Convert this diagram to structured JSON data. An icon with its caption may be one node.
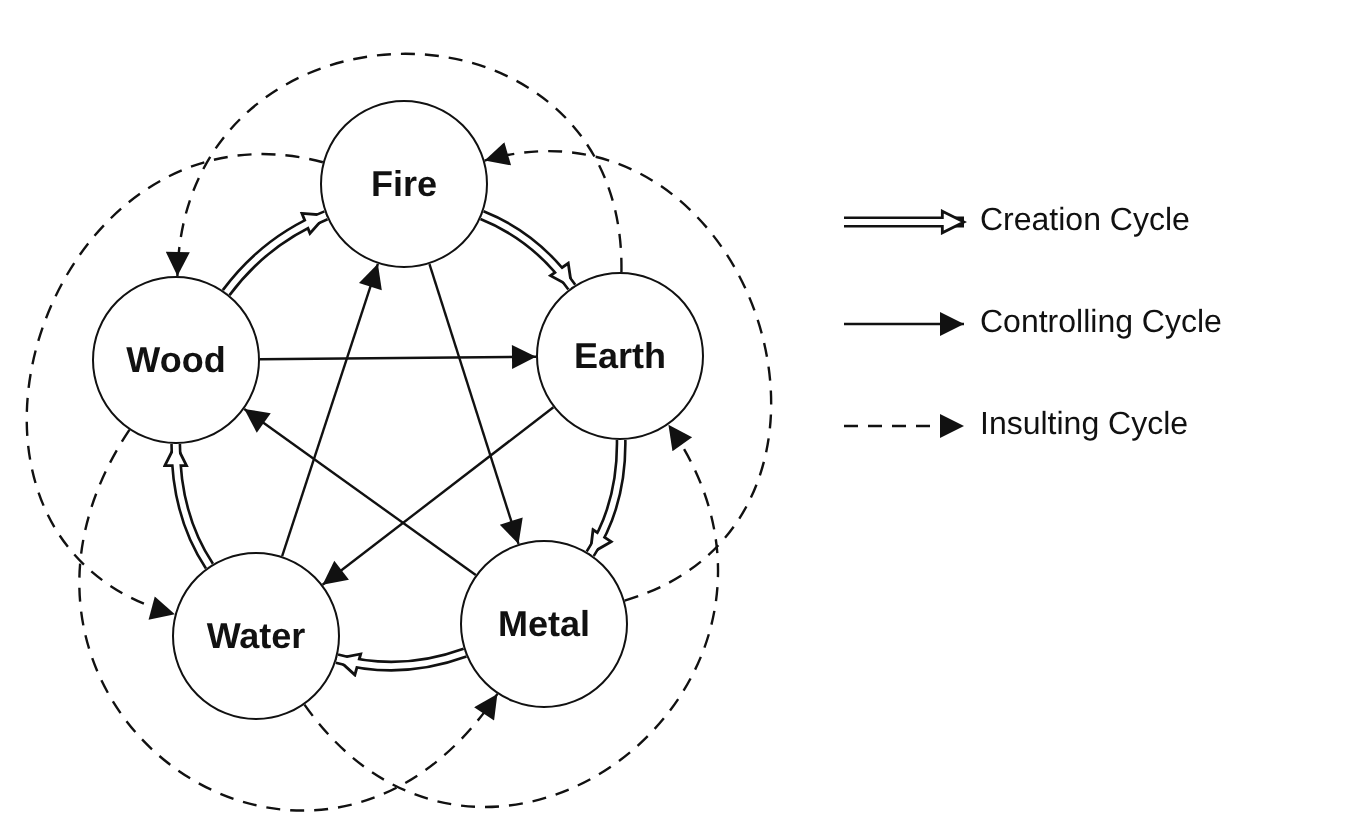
{
  "diagram": {
    "nodes": [
      {
        "text": [
          "Fire"
        ]
      },
      {
        "text": [
          "Wood"
        ]
      },
      {
        "text": [
          "Earth"
        ]
      },
      {
        "text": [
          "Water"
        ]
      },
      {
        "text": [
          "Metal"
        ]
      }
    ],
    "edges": [
      {
        "from": 1,
        "to": 0,
        "arrow": "to",
        "style": "thick"
      },
      {
        "from": 0,
        "to": 2,
        "arrow": "to",
        "style": "thick"
      },
      {
        "from": 2,
        "to": 4,
        "arrow": "to",
        "style": "thick"
      },
      {
        "from": 4,
        "to": 3,
        "arrow": "to",
        "style": "thick"
      },
      {
        "from": 3,
        "to": 1,
        "arrow": "to",
        "style": "thick"
      },
      {
        "from": 1,
        "to": 2,
        "arrow": "to"
      },
      {
        "from": 2,
        "to": 3,
        "arrow": "to"
      },
      {
        "from": 3,
        "to": 0,
        "arrow": "to"
      },
      {
        "from": 0,
        "to": 4,
        "arrow": "to"
      },
      {
        "from": 4,
        "to": 1,
        "arrow": "to"
      },
      {
        "from": 2,
        "to": 1,
        "arrow": "to",
        "style": "dashed"
      },
      {
        "from": 4,
        "to": 0,
        "arrow": "to",
        "style": "dashed"
      },
      {
        "from": 3,
        "to": 2,
        "arrow": "to",
        "style": "dashed"
      },
      {
        "from": 1,
        "to": 4,
        "arrow": "to",
        "style": "dashed"
      },
      {
        "from": 0,
        "to": 3,
        "arrow": "to",
        "style": "dashed"
      }
    ],
    "legend": [
      {
        "text": "Creation Cycle"
      },
      {
        "text": "Controlling Cycle"
      },
      {
        "text": "Insulting Cycle"
      }
    ]
  }
}
